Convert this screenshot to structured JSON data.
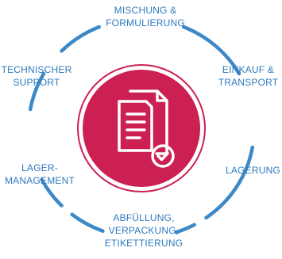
{
  "colors": {
    "ring": "#3d89c7",
    "label": "#2e7bbf",
    "circle_fill": "#cc1f52",
    "circle_outline": "#cc1f52",
    "icon": "#ffffff"
  },
  "center": {
    "icon": "document-check-icon"
  },
  "stages": [
    {
      "lines": [
        "MISCHUNG &",
        "FORMULIERUNG"
      ]
    },
    {
      "lines": [
        "EINKAUF &",
        "TRANSPORT"
      ]
    },
    {
      "lines": [
        "LAGERUNG"
      ]
    },
    {
      "lines": [
        "ABFÜLLUNG,",
        "VERPACKUNG,",
        "ETIKETTIERUNG"
      ]
    },
    {
      "lines": [
        "LAGER-",
        "MANAGEMENT"
      ]
    },
    {
      "lines": [
        "TECHNISCHER",
        "SUPPORT"
      ]
    }
  ]
}
